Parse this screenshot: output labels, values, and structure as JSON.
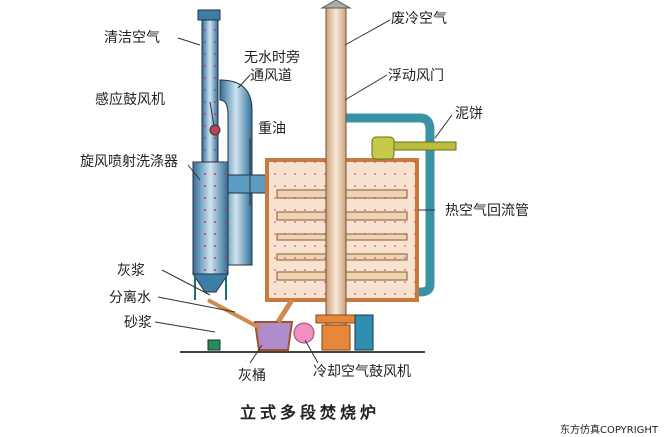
{
  "labels": {
    "clean_air": "清洁空气",
    "bypass_duct": "无水时旁",
    "bypass_duct_2": "通风道",
    "induced_blower": "感应鼓风机",
    "heavy_oil": "重油",
    "cyclone_scrubber": "旋风喷射洗涤器",
    "waste_cold_air": "废冷空气",
    "floating_damper": "浮动风门",
    "sludge_cake": "泥饼",
    "hot_air_return": "热空气回流管",
    "ash_slurry": "灰浆",
    "separated_water": "分离水",
    "grit_slurry": "砂浆",
    "ash_bucket": "灰桶",
    "cooling_blower": "冷却空气鼓风机"
  },
  "title": "立式多段焚烧炉",
  "copyright": "东方仿真COPYRIGHT",
  "colors": {
    "duct": "#4f8fb8",
    "furnace": "#f6dcc4",
    "frame": "#d08a4e",
    "pipe": "#2e8f9a",
    "feeder": "#b9bf3c",
    "pink": "#e67fb0"
  }
}
